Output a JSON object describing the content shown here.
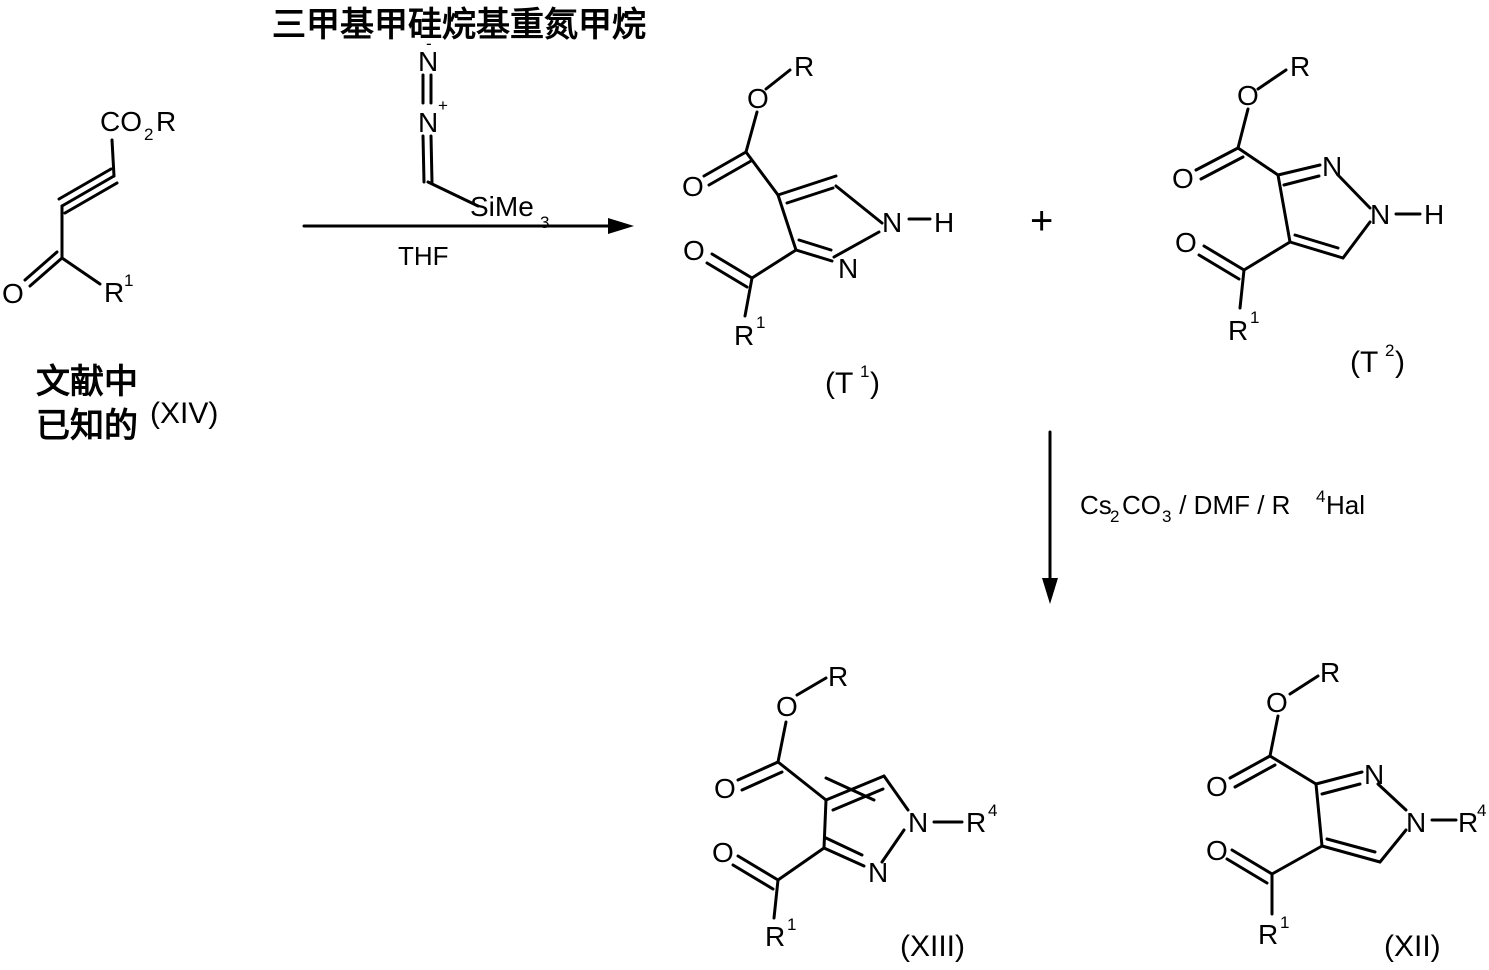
{
  "reagent_name": "三甲基甲硅烷基重氮甲烷",
  "reagent_atoms": {
    "n_top": "N",
    "n_top_charge": "-",
    "n_mid": "N",
    "n_mid_charge": "+",
    "simes": "SiMe",
    "simes_sub": "3"
  },
  "solvent": "THF",
  "plus_sign": "+",
  "conditions": {
    "cs": "Cs",
    "cs_sub": "2",
    "co": "CO",
    "co_sub": "3",
    "mid": " / DMF / R",
    "r_sup": "4",
    "tail": "Hal"
  },
  "starting_material": {
    "co2r_co": "CO",
    "co2r_sub": "2",
    "co2r_r": "R",
    "oxygen": "O",
    "r1": "R",
    "r1_sup": "1",
    "note_line1": "文献中",
    "note_line2": "已知的",
    "label": "(XIV)"
  },
  "compounds": [
    {
      "id": "T1",
      "label_open": "(T",
      "label_sup": "1",
      "label_close": ")",
      "r": "R",
      "ester_o": "O",
      "carbonyl_o": "O",
      "ketone_o": "O",
      "n1": "N",
      "n2": "N",
      "subst": "H",
      "subst_sup": "",
      "r1": "R",
      "r1_sup": "1"
    },
    {
      "id": "T2",
      "label_open": "(T",
      "label_sup": "2",
      "label_close": ")",
      "r": "R",
      "ester_o": "O",
      "carbonyl_o": "O",
      "ketone_o": "O",
      "n1": "N",
      "n2": "N",
      "subst": "H",
      "subst_sup": "",
      "r1": "R",
      "r1_sup": "1"
    },
    {
      "id": "XIII",
      "label_open": "(XIII)",
      "label_sup": "",
      "label_close": "",
      "r": "R",
      "ester_o": "O",
      "carbonyl_o": "O",
      "ketone_o": "O",
      "n1": "N",
      "n2": "N",
      "subst": "R",
      "subst_sup": "4",
      "r1": "R",
      "r1_sup": "1"
    },
    {
      "id": "XII",
      "label_open": "(XII)",
      "label_sup": "",
      "label_close": "",
      "r": "R",
      "ester_o": "O",
      "carbonyl_o": "O",
      "ketone_o": "O",
      "n1": "N",
      "n2": "N",
      "subst": "R",
      "subst_sup": "4",
      "r1": "R",
      "r1_sup": "1"
    }
  ]
}
